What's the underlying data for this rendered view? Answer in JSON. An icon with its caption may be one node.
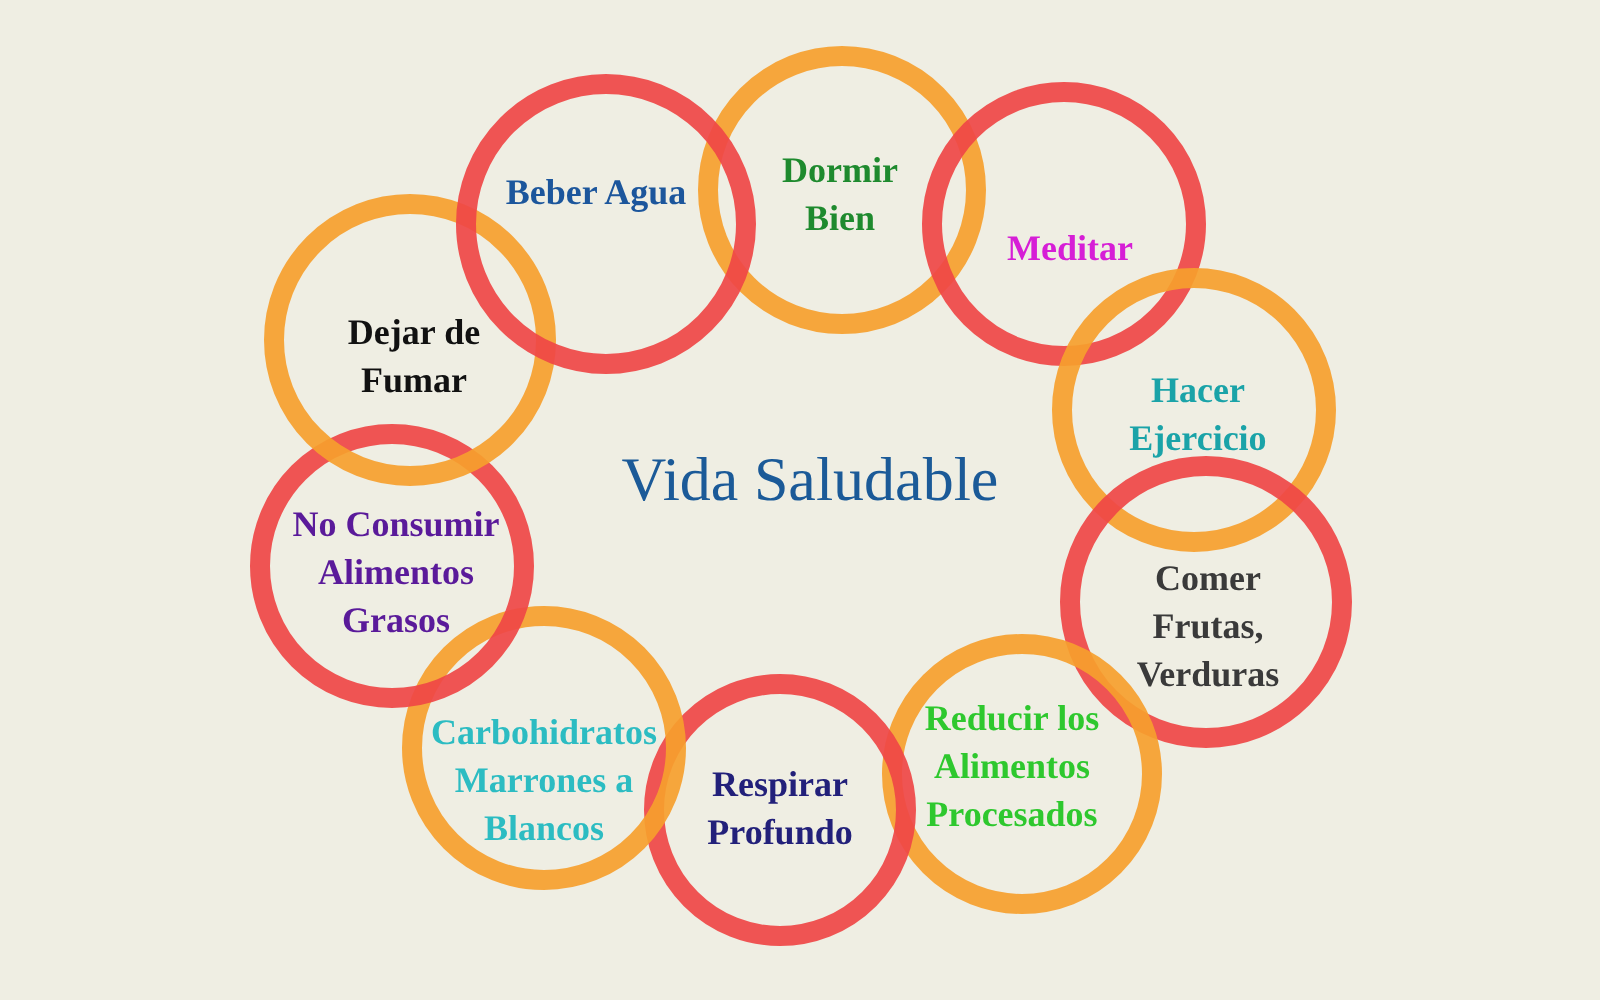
{
  "diagram": {
    "title": "Vida Saludable",
    "nodes": [
      {
        "text": [
          "Dormir Bien"
        ]
      },
      {
        "text": [
          "Meditar"
        ]
      },
      {
        "text": [
          "Hacer Ejercicio"
        ]
      },
      {
        "text": [
          "Comer Frutas, Verduras"
        ]
      },
      {
        "text": [
          "Reducir los Alimentos Procesados"
        ]
      },
      {
        "text": [
          "Respirar Profundo"
        ]
      },
      {
        "text": [
          "Carbohidratos Marrones a Blancos"
        ]
      },
      {
        "text": [
          "No Consumir Alimentos Grasos"
        ]
      },
      {
        "text": [
          "Dejar de Fumar"
        ]
      },
      {
        "text": [
          "Beber Agua"
        ]
      }
    ]
  }
}
